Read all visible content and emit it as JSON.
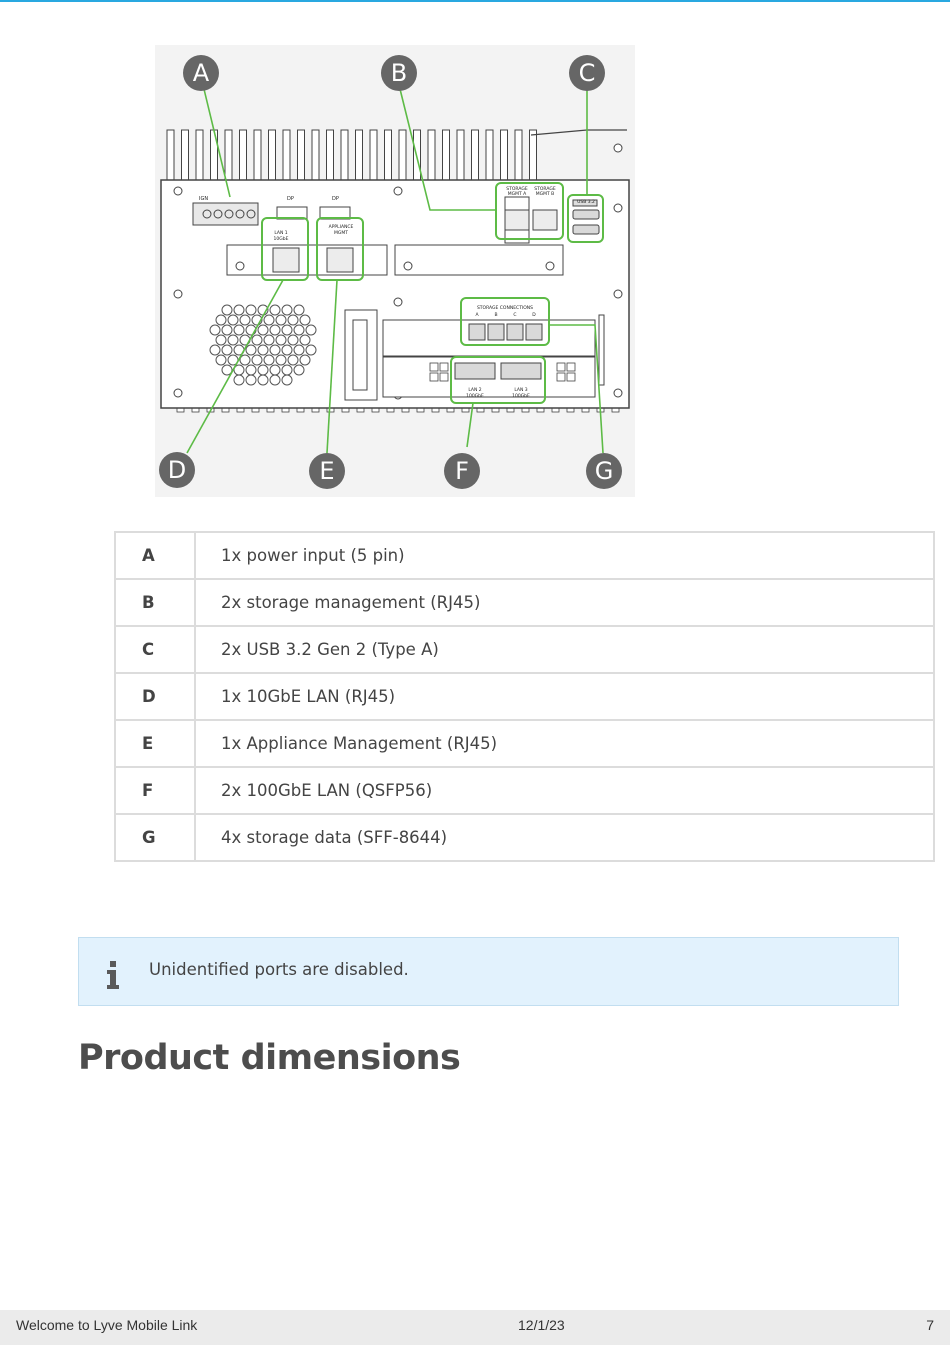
{
  "diagram": {
    "callouts": [
      "A",
      "B",
      "C",
      "D",
      "E",
      "F",
      "G"
    ],
    "panel_labels": {
      "ign": "IGN",
      "dp1": "DP",
      "dp2": "DP",
      "storage_mgmt_a": [
        "STORAGE",
        "MGMT A"
      ],
      "storage_mgmt_b": [
        "STORAGE",
        "MGMT B"
      ],
      "usb": "USB 3.2",
      "lan1": [
        "LAN 1",
        "10GbE"
      ],
      "appliance_mgmt": [
        "APPLIANCE",
        "MGMT"
      ],
      "storage_connections": "STORAGE CONNECTIONS",
      "storage_conn_letters": [
        "A",
        "B",
        "C",
        "D"
      ],
      "lan2": [
        "LAN 2",
        "100GbE"
      ],
      "lan3": [
        "LAN 3",
        "100GbE"
      ]
    },
    "accent_color": "#5dbb46"
  },
  "ports_table": {
    "rows": [
      {
        "key": "A",
        "description": "1x power input (5 pin)"
      },
      {
        "key": "B",
        "description": "2x storage management (RJ45)"
      },
      {
        "key": "C",
        "description": "2x USB 3.2 Gen 2 (Type A)"
      },
      {
        "key": "D",
        "description": "1x 10GbE LAN (RJ45)"
      },
      {
        "key": "E",
        "description": "1x Appliance Management (RJ45)"
      },
      {
        "key": "F",
        "description": "2x 100GbE LAN (QSFP56)"
      },
      {
        "key": "G",
        "description": "4x storage data (SFF-8644)"
      }
    ]
  },
  "note": {
    "icon": "info-icon",
    "text": "Unidentified ports are disabled."
  },
  "section": {
    "title": "Product dimensions"
  },
  "footer": {
    "title": "Welcome to Lyve Mobile Link",
    "date": "12/1/23",
    "page": "7"
  }
}
